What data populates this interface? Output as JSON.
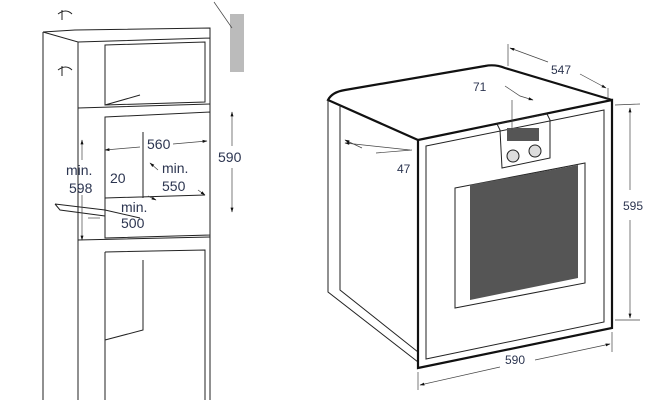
{
  "left_diagram": {
    "width_niche": "560",
    "height_niche": "590",
    "min_label_left": "min.",
    "min_height": "598",
    "offset": "20",
    "min_label_depth": "min.",
    "min_depth": "550",
    "min_label_vent": "min.",
    "min_vent": "500"
  },
  "right_diagram": {
    "depth": "547",
    "panel_width": "71",
    "front_offset": "47",
    "height": "595",
    "width": "590"
  },
  "colors": {
    "label": "#2c3550",
    "window": "#555555",
    "frame": "#f2f2f2"
  }
}
